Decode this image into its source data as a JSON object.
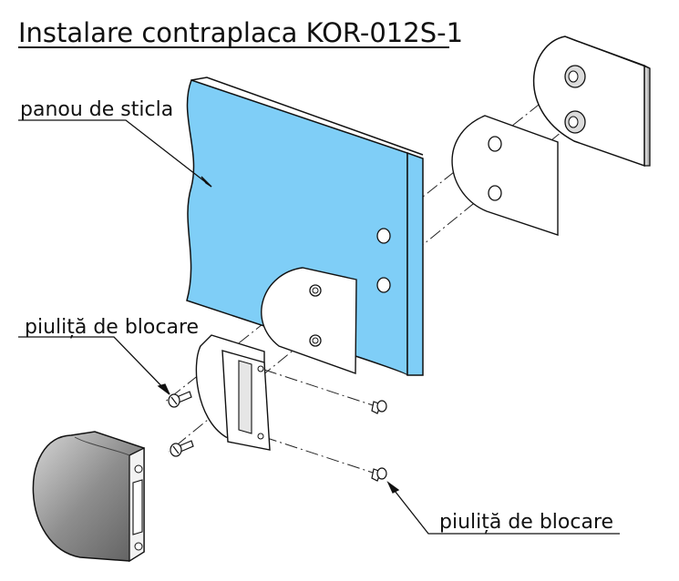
{
  "title": "Instalare contraplaca KOR-012S-1",
  "labels": {
    "glass_panel": "panou de sticla",
    "lock_nut_left": "piuliță de blocare",
    "lock_nut_right": "piuliță de blocare"
  },
  "colors": {
    "glass_fill": "#7fcef7",
    "line": "#111111",
    "part_fill": "#ffffff",
    "shadow": "#9a9a9a"
  },
  "icons": [
    "screw-icon",
    "clamp-plate-icon",
    "gasket-icon",
    "strike-plate-icon",
    "cover-icon"
  ]
}
